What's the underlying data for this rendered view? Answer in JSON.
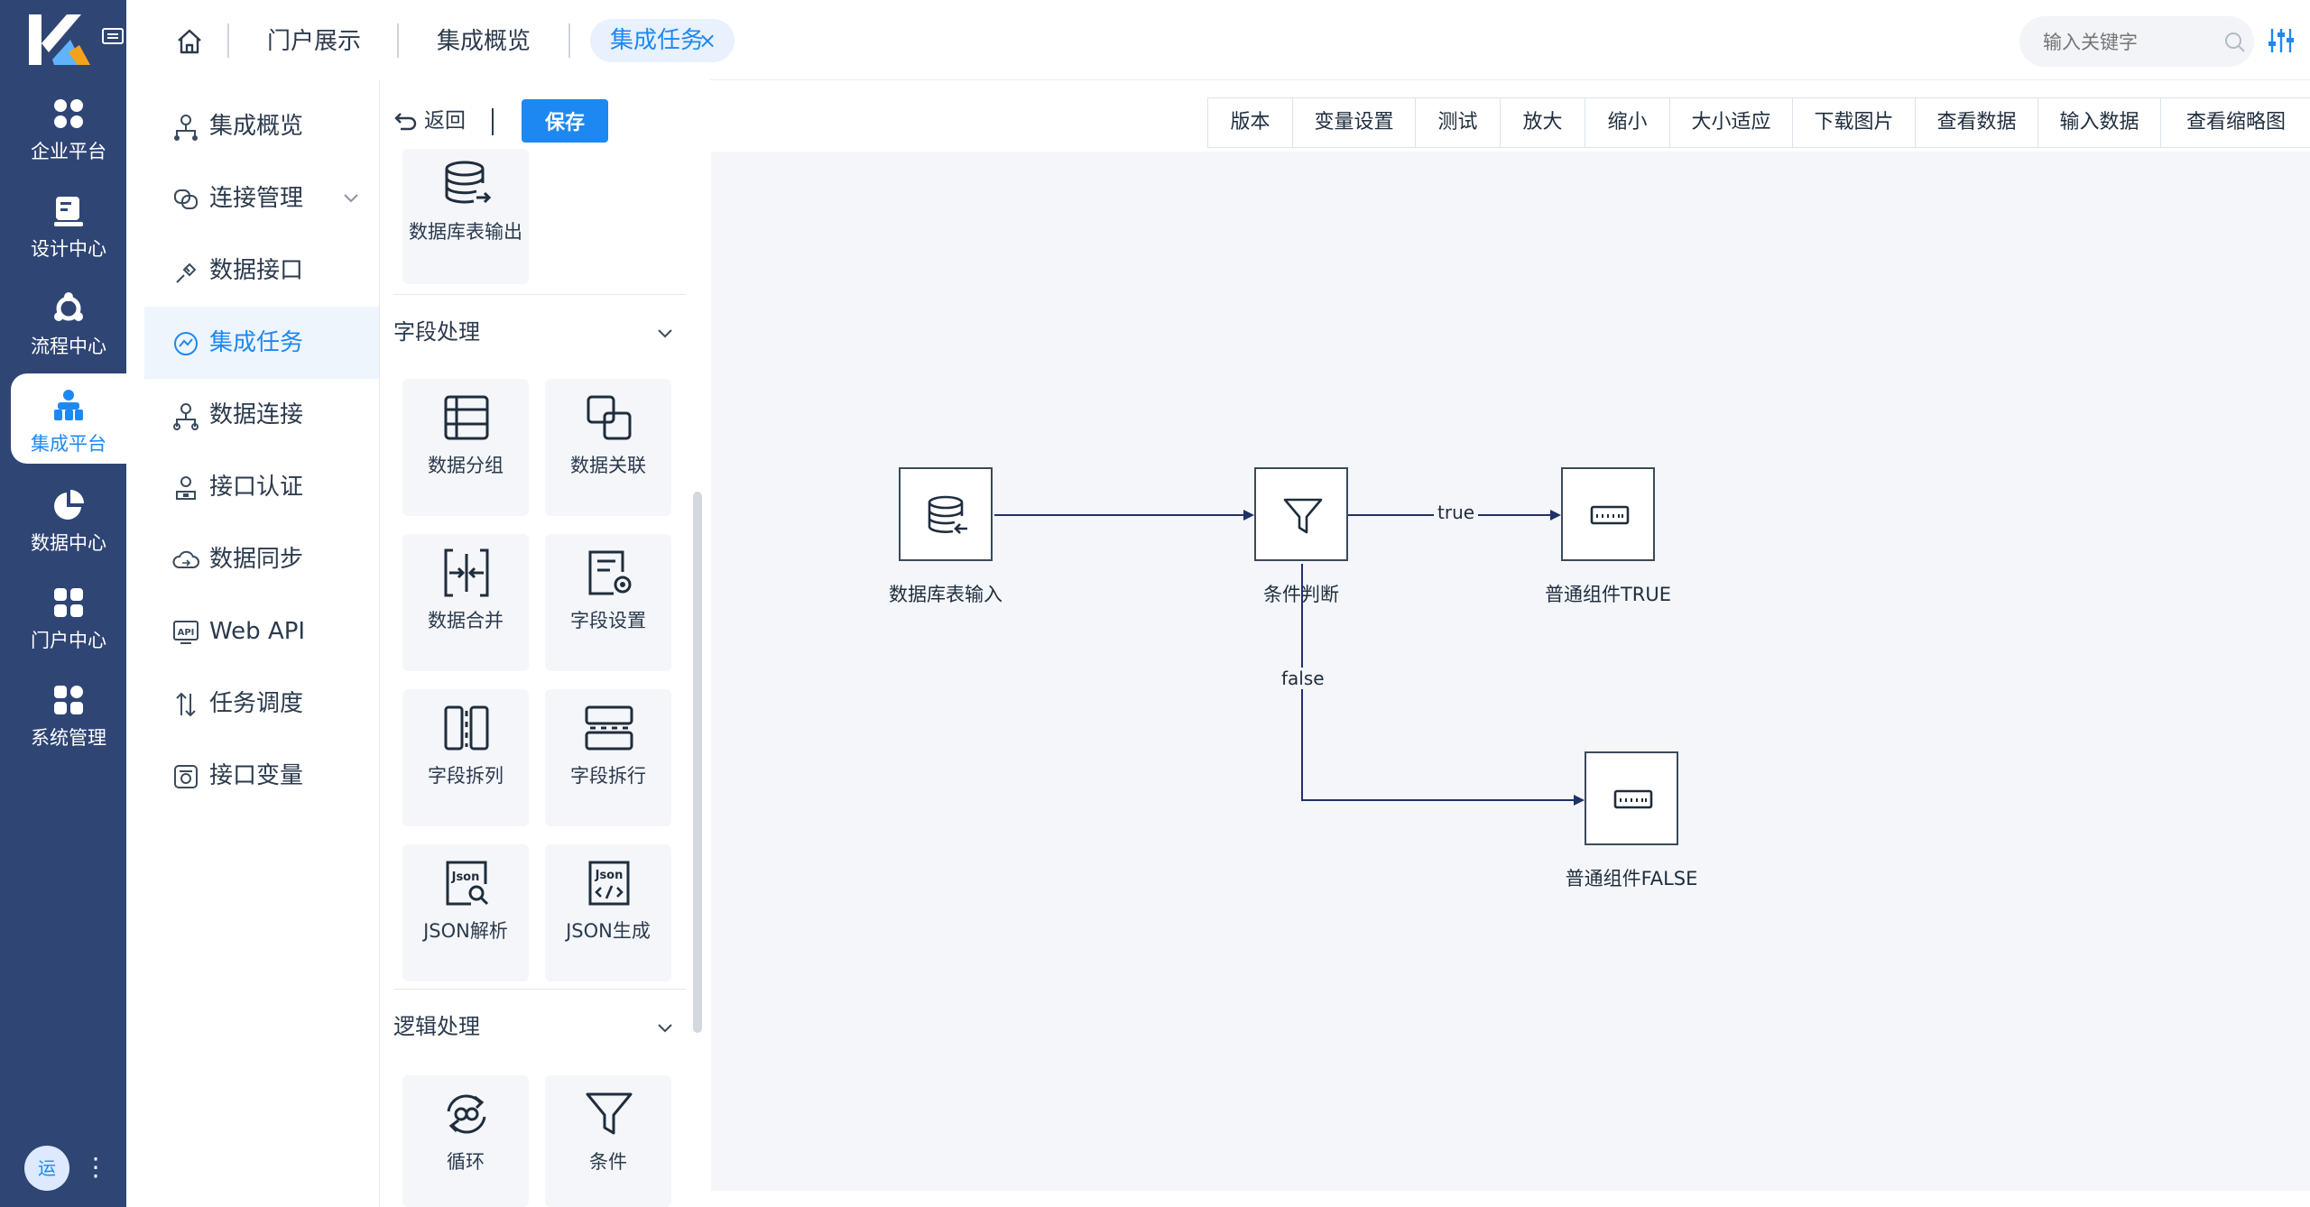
{
  "rail": {
    "items": [
      {
        "label": "企业平台",
        "icon": "apps-icon"
      },
      {
        "label": "设计中心",
        "icon": "design-icon"
      },
      {
        "label": "流程中心",
        "icon": "flow-icon"
      },
      {
        "label": "集成平台",
        "icon": "integration-icon",
        "active": true
      },
      {
        "label": "数据中心",
        "icon": "pie-chart-icon"
      },
      {
        "label": "门户中心",
        "icon": "portal-icon"
      },
      {
        "label": "系统管理",
        "icon": "system-icon"
      }
    ],
    "avatar_text": "运",
    "more": "⋮"
  },
  "header": {
    "tabs": [
      "门户展示",
      "集成概览"
    ],
    "active_tab": "集成任务",
    "close": "×",
    "search_placeholder": "输入关键字"
  },
  "submenu": {
    "items": [
      {
        "label": "集成概览"
      },
      {
        "label": "连接管理",
        "expandable": true
      },
      {
        "label": "数据接口"
      },
      {
        "label": "集成任务",
        "active": true
      },
      {
        "label": "数据连接"
      },
      {
        "label": "接口认证"
      },
      {
        "label": "数据同步"
      },
      {
        "label": "Web API"
      },
      {
        "label": "任务调度"
      },
      {
        "label": "接口变量"
      }
    ]
  },
  "palette": {
    "back_label": "返回",
    "save_label": "保存",
    "top_component": "数据库表输出",
    "sections": [
      {
        "title": "字段处理",
        "components": [
          "数据分组",
          "数据关联",
          "数据合并",
          "字段设置",
          "字段拆列",
          "字段拆行",
          "JSON解析",
          "JSON生成"
        ]
      },
      {
        "title": "逻辑处理",
        "components": [
          "循环",
          "条件"
        ]
      }
    ]
  },
  "toolbar": {
    "buttons": [
      "版本",
      "变量设置",
      "测试",
      "放大",
      "缩小",
      "大小适应",
      "下载图片",
      "查看数据",
      "输入数据",
      "查看缩略图"
    ]
  },
  "canvas": {
    "nodes": [
      {
        "label": "数据库表输入",
        "icon": "database-input-icon"
      },
      {
        "label": "条件判断",
        "icon": "filter-icon"
      },
      {
        "label": "普通组件TRUE",
        "icon": "component-icon"
      },
      {
        "label": "普通组件FALSE",
        "icon": "component-icon"
      }
    ],
    "edges": [
      {
        "from": "数据库表输入",
        "to": "条件判断",
        "label": ""
      },
      {
        "from": "条件判断",
        "to": "普通组件TRUE",
        "label": "true"
      },
      {
        "from": "条件判断",
        "to": "普通组件FALSE",
        "label": "false"
      }
    ]
  },
  "colors": {
    "rail": "#2f4574",
    "accent": "#1e88f2",
    "canvas": "#f4f6fa",
    "node_border": "#3b4a5c",
    "edge": "#1f3166"
  }
}
